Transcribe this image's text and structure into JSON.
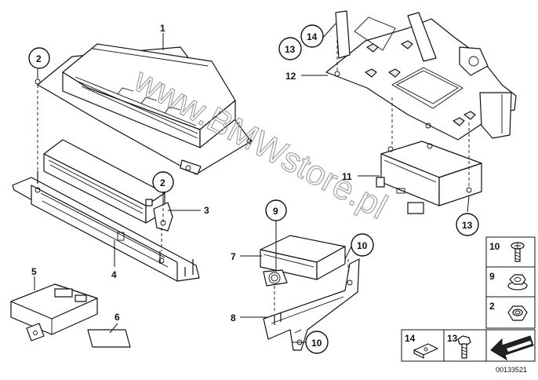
{
  "callouts": {
    "c1": "1",
    "c2a": "2",
    "c2b": "2",
    "c3": "3",
    "c4": "4",
    "c5": "5",
    "c6": "6",
    "c7": "7",
    "c8": "8",
    "c9": "9",
    "c10a": "10",
    "c10b": "10",
    "c11": "11",
    "c12": "12",
    "c13a": "13",
    "c13b": "13",
    "c14": "14"
  },
  "legend": {
    "l10": "10",
    "l9": "9",
    "l2": "2",
    "l14": "14",
    "l13": "13"
  },
  "watermark": "www.BMWstore.pl",
  "diagram_code": "00133521"
}
